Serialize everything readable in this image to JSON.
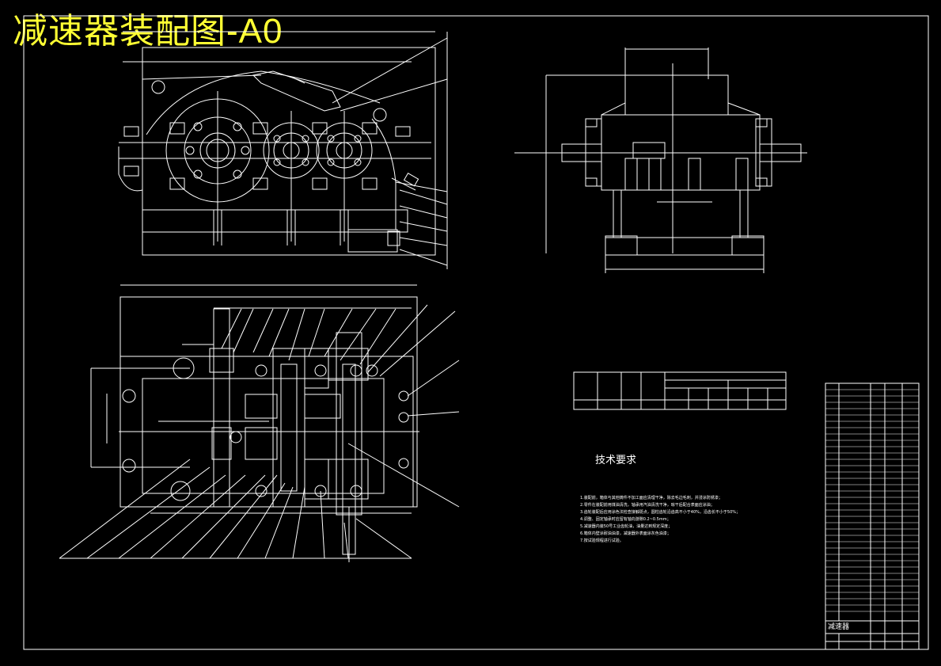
{
  "title": "减速器装配图-A0",
  "technical_requirements": {
    "heading": "技术要求",
    "notes": [
      "1.装配前，箱体与其他铸件不加工面应清理干净，除去毛边毛刺，并浸涂防锈漆；",
      "2.零件在装配前用煤油清洗，轴承用汽油清洗干净，晾干后配合表面应涂油；",
      "3.齿轮装配后应用涂色法检查接触斑点，圆柱齿轮沿齿高不小于40%，沿齿长不小于50%；",
      "4.调整、固定轴承时应留有轴向游隙0.2~0.5mm；",
      "5.减速器内装50号工业齿轮油，油量达到规定深度；",
      "6.箱体内壁涂耐油油漆，减速器外表面涂灰色油漆；",
      "7.按试验规程进行试验。"
    ]
  },
  "title_block": {
    "name": "减速器"
  },
  "colors": {
    "background": "#000000",
    "lines": "#ffffff",
    "title": "#ffff33"
  }
}
